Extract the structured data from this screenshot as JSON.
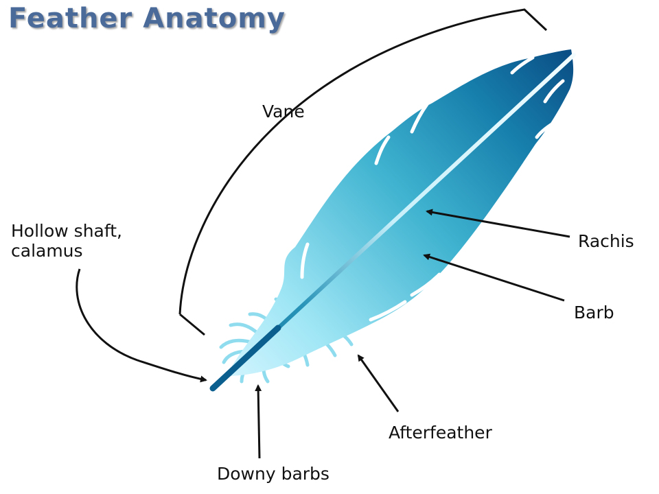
{
  "title": "Feather Anatomy",
  "labels": {
    "vane": "Vane",
    "calamus_line1": "Hollow shaft,",
    "calamus_line2": "calamus",
    "rachis": "Rachis",
    "barb": "Barb",
    "afterfeather": "Afterfeather",
    "downy_barbs": "Downy barbs"
  },
  "colors": {
    "title": "#4a6a99",
    "feather_dark": "#0a5f8f",
    "feather_mid": "#1e94b9",
    "feather_light": "#9fe6f5",
    "rachis": "#e8f7fb",
    "label_text": "#111111"
  }
}
